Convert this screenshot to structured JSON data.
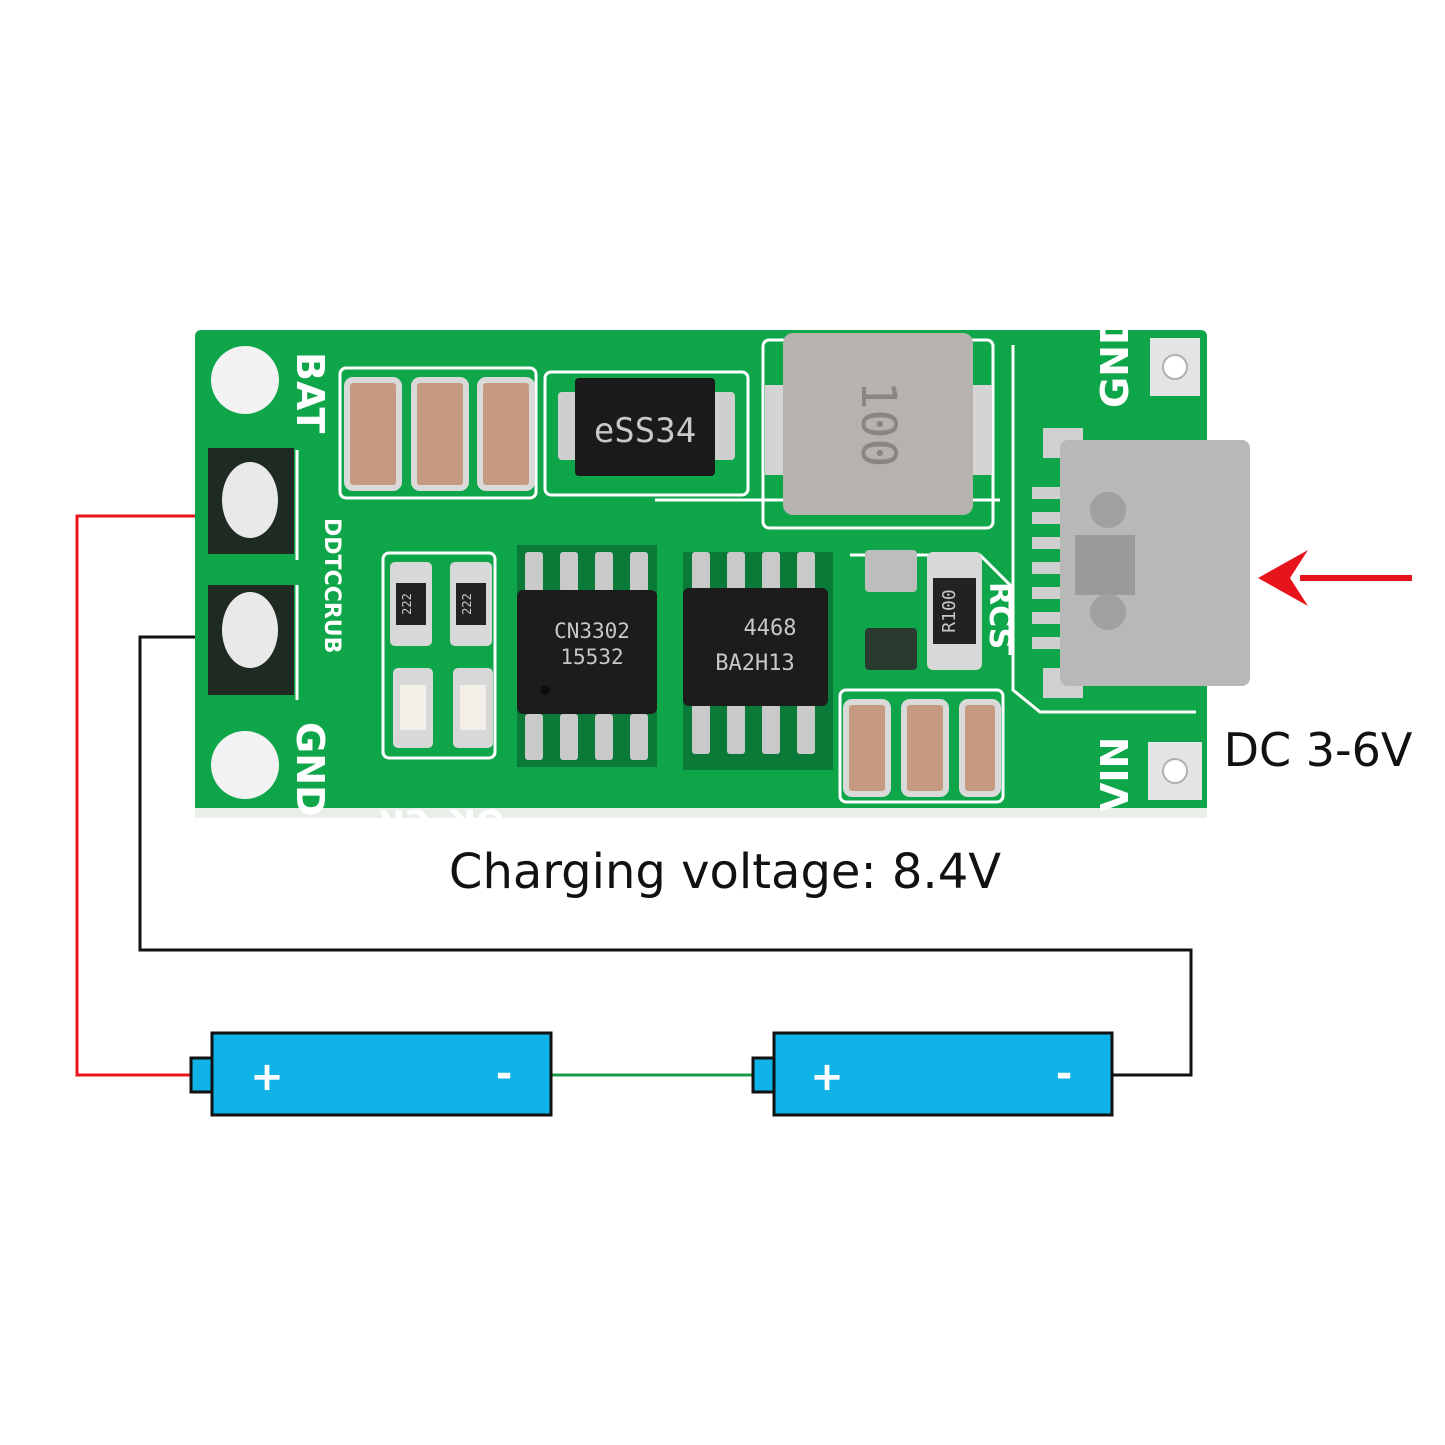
{
  "board": {
    "label_bat": "BAT",
    "label_gnd_left": "GND",
    "label_gnd_right": "GND",
    "label_vin": "VIN",
    "label_rcs": "RCS",
    "label_cr": "CR",
    "label_ok": "OK",
    "brand": "DDTCCRUB",
    "diode_marking": "eSS34",
    "inductor_marking": "100",
    "charger_ic_line1": "CN3302",
    "charger_ic_line2": "15532",
    "mosfet_line1": "4468",
    "mosfet_line2": "BA2H13",
    "resistor_marking": "R100",
    "small_resistor_1": "222",
    "small_resistor_2": "222"
  },
  "labels": {
    "input_voltage": "DC 3-6V",
    "charging_voltage": "Charging voltage: 8.4V"
  },
  "batteries": [
    {
      "plus": "+",
      "minus": "-"
    },
    {
      "plus": "+",
      "minus": "-"
    }
  ],
  "colors": {
    "pcb_green": "#0fa64a",
    "battery_blue": "#10b3e8",
    "positive_wire": "#e8141c",
    "negative_wire": "#111111",
    "series_link": "#1a9a4a",
    "arrow": "#e8141c"
  }
}
